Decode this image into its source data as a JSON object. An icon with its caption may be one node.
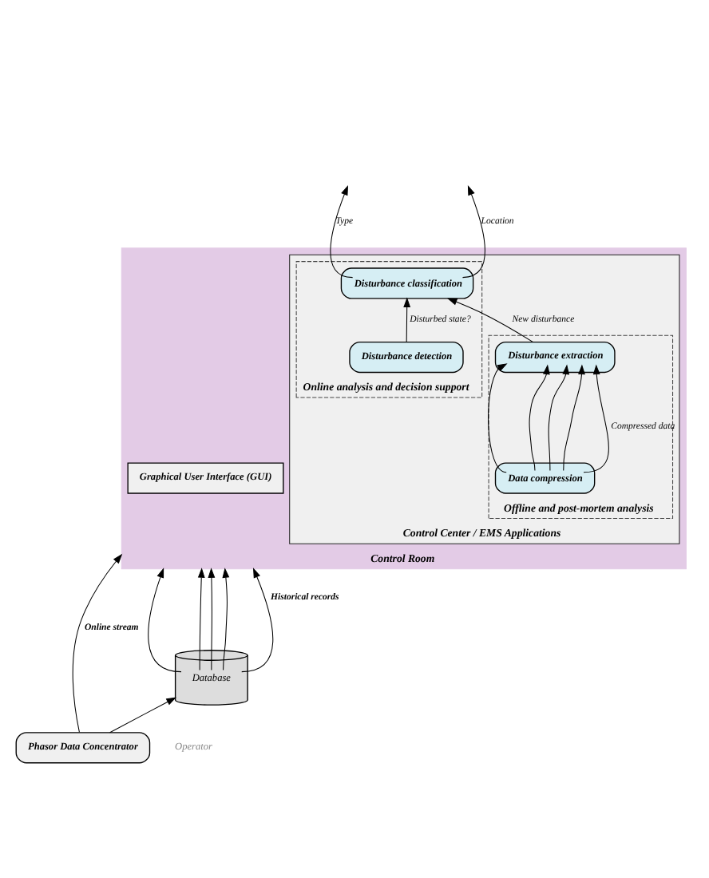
{
  "diagram": {
    "nodes": [
      {
        "text": [
          "Control Room"
        ]
      },
      {
        "text": [
          "Graphical User Interface (GUI)"
        ],
        "in": 0
      },
      {
        "text": [
          "Control Center / EMS Applications"
        ],
        "in": 0
      },
      {
        "text": [
          "Offline and post-mortem analysis"
        ],
        "in": 2
      },
      {
        "text": [
          "Disturbance extraction"
        ],
        "in": 3
      },
      {
        "text": [
          "Data compression"
        ],
        "in": 3
      },
      {
        "text": [
          "Online analysis and decision support"
        ],
        "in": 2
      },
      {
        "text": [
          "Disturbance classification"
        ],
        "in": 6
      },
      {
        "text": [
          "Disturbance detection"
        ],
        "in": 6
      },
      {
        "text": [
          "Database"
        ]
      },
      {
        "text": [
          "Phasor Data Concentrator"
        ]
      }
    ],
    "edges": [
      {
        "from": 5,
        "to": 4,
        "arrow": "to"
      },
      {
        "from": 5,
        "to": 4,
        "arrow": "to"
      },
      {
        "from": 5,
        "to": 4,
        "arrow": "to"
      },
      {
        "from": 5,
        "to": 4,
        "arrow": "to"
      },
      {
        "from": 5,
        "to": 4,
        "arrow": "to",
        "label": "Compressed data"
      },
      {
        "from": 4,
        "to": 7,
        "arrow": "to",
        "label": "New disturbance"
      },
      {
        "from": 8,
        "to": 7,
        "arrow": "to",
        "label": "Disturbed state?"
      },
      {
        "from": 7,
        "to": null,
        "arrow": "to",
        "label": "Type"
      },
      {
        "from": 7,
        "to": null,
        "arrow": "to",
        "label": "Location"
      },
      {
        "from": 9,
        "to": 0,
        "arrow": "to"
      },
      {
        "from": 9,
        "to": 0,
        "arrow": "to"
      },
      {
        "from": 9,
        "to": 0,
        "arrow": "to"
      },
      {
        "from": 9,
        "to": 0,
        "arrow": "to"
      },
      {
        "from": 9,
        "to": 0,
        "arrow": "to",
        "label": "Historical records"
      },
      {
        "from": 10,
        "to": 0,
        "arrow": "to",
        "label": "Online stream"
      },
      {
        "from": 10,
        "to": 9,
        "arrow": "to"
      }
    ],
    "labels": [
      "Operator"
    ]
  }
}
